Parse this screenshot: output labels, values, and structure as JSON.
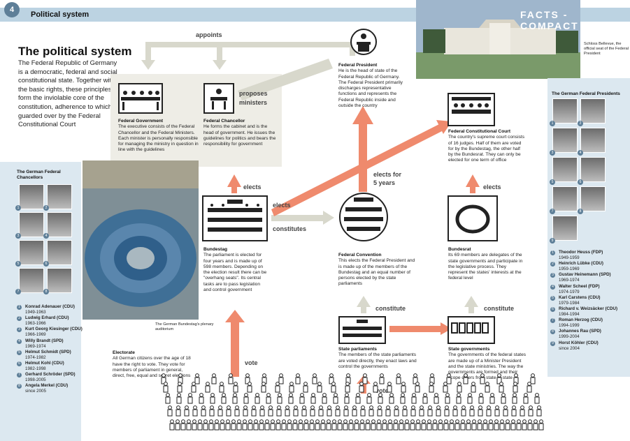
{
  "header": {
    "page_number": "4",
    "section": "Political system",
    "facts": "FACTS - COMPACT"
  },
  "intro": {
    "title": "The political system",
    "text": "The Federal Republic of Germany is a democratic, federal and social constitutional state. Together with the basic rights, these principles form the inviolable core of the constitution, adherence to which is guarded over by the Federal Constitutional Court"
  },
  "labels": {
    "appoints": "appoints",
    "proposes_ministers": "proposes ministers",
    "elects_1": "elects",
    "elects_2": "elects",
    "constitutes": "constitutes",
    "elects_for_5_years": "elects for 5 years",
    "elects_3": "elects",
    "constitute_1": "constitute",
    "constitute_2": "constitute",
    "vote_1": "vote",
    "vote_2": "vote"
  },
  "bodies": {
    "federal_government": {
      "title": "Federal Government",
      "text": "The executive consists of the Federal Chancellor and the Federal Ministers. Each minister is personally responsible for managing the ministry in question in line with the guidelines"
    },
    "federal_chancellor": {
      "title": "Federal Chancellor",
      "text": "He forms the cabinet and is the head of government. He issues the guidelines for politics and bears the responsibility for government"
    },
    "federal_president": {
      "title": "Federal President",
      "text": "He is the head of state of the Federal Republic of Germany. The Federal President primarily discharges representative functions and represents the Federal Republic inside and outside the country"
    },
    "constitutional_court": {
      "title": "Federal Constitutional Court",
      "text": "The country's supreme court consists of 16 judges. Half of them are voted for by the Bundestag, the other half by the Bundesrat. They can only be elected for one term of office"
    },
    "bundestag": {
      "title": "Bundestag",
      "text": "The parliament is elected for four years and is made up of 598 members. Depending on the election result there can be \"overhang seats\". Its central tasks are to pass legislation and control government"
    },
    "federal_convention": {
      "title": "Federal Convention",
      "text": "This elects the Federal President and is made up of the members of the Bundestag and an equal number of persons elected by the state parliaments"
    },
    "bundesrat": {
      "title": "Bundesrat",
      "text": "Its 69 members are delegates of the state governments and participate in the legislative process. They represent the states' interests at the federal level"
    },
    "state_parliaments": {
      "title": "State parliaments",
      "text": "The members of the state parliaments are voted directly, they enact laws and control the governments"
    },
    "state_governments": {
      "title": "State governments",
      "text": "The governments of the federal states are made up of a Minister President and the state ministries. The way the governments are formed and their scope differs from state to state"
    },
    "electorate": {
      "title": "Electorate",
      "text": "All German citizens over the age of 18 have the right to vote. They vote for members of parliament in general, direct, free, equal and secret elections"
    }
  },
  "captions": {
    "bellevue": "Schloss Bellevue, the official seat of the Federal President",
    "bundestag": "The German Bundestag's plenary auditorium"
  },
  "chancellors": {
    "title": "The German Federal Chancellors",
    "items": [
      {
        "n": "1",
        "name": "Konrad Adenauer (CDU)",
        "years": "1949-1963"
      },
      {
        "n": "2",
        "name": "Ludwig Erhard (CDU)",
        "years": "1963-1966"
      },
      {
        "n": "3",
        "name": "Kurt Georg Kiesinger (CDU)",
        "years": "1966-1969"
      },
      {
        "n": "4",
        "name": "Willy Brandt (SPD)",
        "years": "1969-1974"
      },
      {
        "n": "5",
        "name": "Helmut Schmidt (SPD)",
        "years": "1974-1982"
      },
      {
        "n": "6",
        "name": "Helmut Kohl (CDU)",
        "years": "1982-1998"
      },
      {
        "n": "7",
        "name": "Gerhard Schröder (SPD)",
        "years": "1998-2005"
      },
      {
        "n": "8",
        "name": "Angela Merkel (CDU)",
        "years": "since 2005"
      }
    ]
  },
  "presidents": {
    "title": "The German Federal Presidents",
    "items": [
      {
        "n": "1",
        "name": "Theodor Heuss (FDP)",
        "years": "1949-1959"
      },
      {
        "n": "2",
        "name": "Heinrich Lübke (CDU)",
        "years": "1959-1969"
      },
      {
        "n": "3",
        "name": "Gustav Heinemann (SPD)",
        "years": "1969-1974"
      },
      {
        "n": "4",
        "name": "Walter Scheel (FDP)",
        "years": "1974-1979"
      },
      {
        "n": "5",
        "name": "Karl Carstens (CDU)",
        "years": "1979-1984"
      },
      {
        "n": "6",
        "name": "Richard v. Weizsäcker (CDU)",
        "years": "1984-1994"
      },
      {
        "n": "7",
        "name": "Roman Herzog (CDU)",
        "years": "1994-1999"
      },
      {
        "n": "8",
        "name": "Johannes Rau (SPD)",
        "years": "1999-2004"
      },
      {
        "n": "9",
        "name": "Horst Köhler (CDU)",
        "years": "since 2004"
      }
    ]
  },
  "colors": {
    "accent": "#ef8a6d",
    "neutral_arrow": "#d8d8cc",
    "panel": "#dce8f0",
    "header": "#bcd3e2",
    "badge": "#5e7f98"
  }
}
